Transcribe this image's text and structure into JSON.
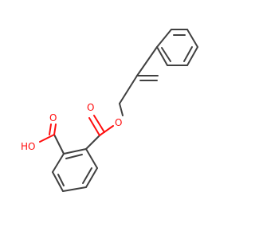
{
  "molecule": {
    "atom_labels": {
      "carbonyl_oxygen_ester": "O",
      "ester_oxygen": "O",
      "carbonyl_oxygen_acid": "O",
      "hydroxyl": "HO"
    },
    "colors": {
      "bond": "#404040",
      "oxygen": "#ff0d0d",
      "background": "#ffffff"
    }
  }
}
